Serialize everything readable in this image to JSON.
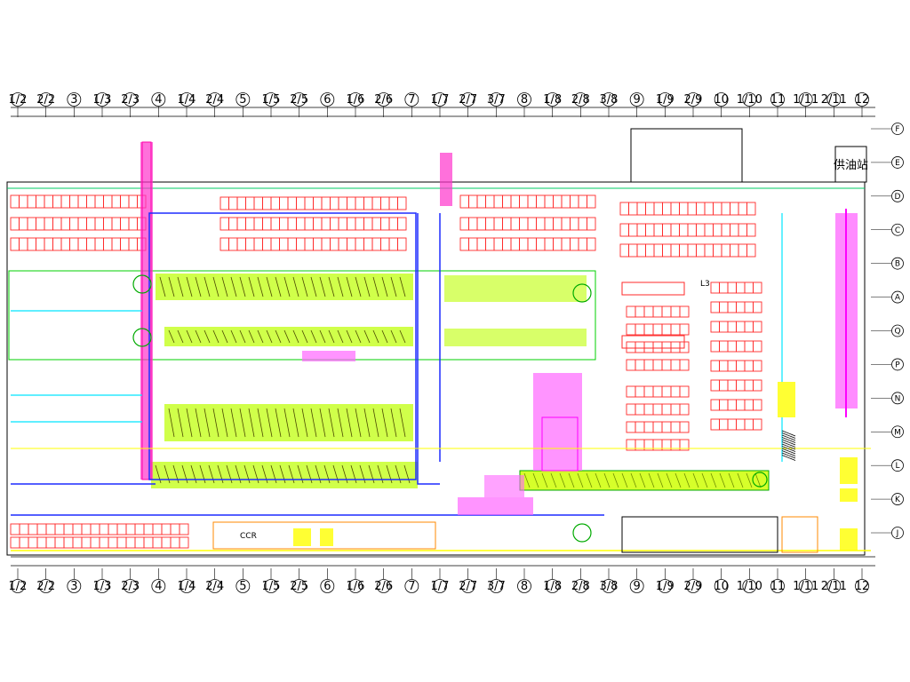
{
  "drawing": {
    "top_columns": [
      "1/2",
      "2/2",
      "3",
      "1/3",
      "2/3",
      "4",
      "1/4",
      "2/4",
      "5",
      "1/5",
      "2/5",
      "6",
      "1/6",
      "2/6",
      "7",
      "1/7",
      "2/7",
      "3/7",
      "8",
      "1/8",
      "2/8",
      "3/8",
      "9",
      "1/9",
      "2/9",
      "10",
      "1/10",
      "11",
      "1/11",
      "2/11",
      "12"
    ],
    "bottom_columns": [
      "1/2",
      "2/2",
      "3",
      "1/3",
      "2/3",
      "4",
      "1/4",
      "2/4",
      "5",
      "1/5",
      "2/5",
      "6",
      "1/6",
      "2/6",
      "7",
      "1/7",
      "2/7",
      "3/7",
      "8",
      "1/8",
      "2/8",
      "3/8",
      "9",
      "1/9",
      "2/9",
      "10",
      "1/10",
      "11",
      "1/11",
      "2/11",
      "12"
    ],
    "row_axes_right": [
      "F",
      "E",
      "D",
      "C",
      "B",
      "A",
      "Q",
      "P",
      "N",
      "M",
      "L",
      "K",
      "J"
    ],
    "labels": {
      "oil_station": "供油站",
      "ccr": "CCR",
      "l3": "L3"
    },
    "colors": {
      "parking_red": "#ff2a2a",
      "conveyor_green": "#7cff3a",
      "yellow_line": "#ffff00",
      "magenta": "#ff33ff",
      "blue": "#1d2bff",
      "cyan": "#00e5ff",
      "orange": "#ff8a00"
    }
  }
}
